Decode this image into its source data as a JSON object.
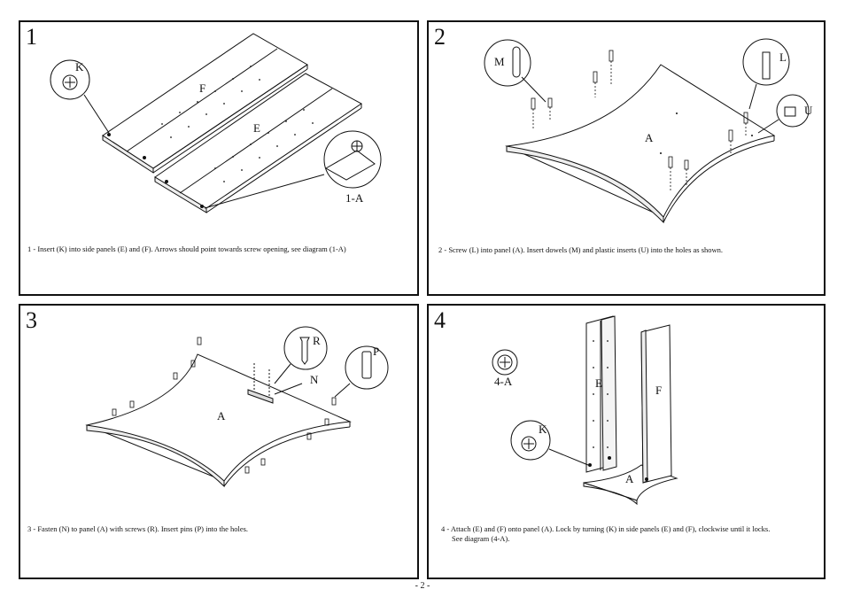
{
  "page_number": "- 2 -",
  "steps": [
    {
      "number": "1",
      "caption": "1 - Insert (K) into side panels (E) and (F).  Arrows should point towards screw opening, see diagram (1-A)",
      "labels": {
        "k": "K",
        "f": "F",
        "e": "E",
        "detail": "1-A"
      }
    },
    {
      "number": "2",
      "caption": "2 - Screw (L) into panel (A).  Insert dowels (M) and plastic inserts (U) into the holes as shown.",
      "labels": {
        "m": "M",
        "l": "L",
        "u": "U",
        "a": "A"
      }
    },
    {
      "number": "3",
      "caption": "3 - Fasten (N) to panel (A) with screws (R).  Insert pins (P) into the holes.",
      "labels": {
        "r": "R",
        "p": "P",
        "n": "N",
        "a": "A"
      }
    },
    {
      "number": "4",
      "caption_line1": "4 - Attach (E) and (F) onto panel (A).  Lock by turning (K) in side panels (E) and (F), clockwise until it locks.",
      "caption_line2": "See diagram (4-A).",
      "labels": {
        "detail": "4-A",
        "e": "E",
        "f": "F",
        "k": "K",
        "a": "A"
      }
    }
  ]
}
